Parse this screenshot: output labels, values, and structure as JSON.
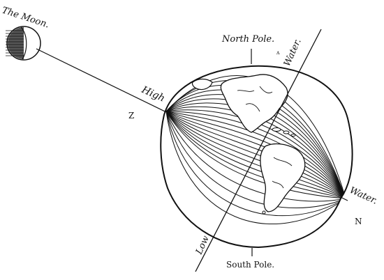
{
  "labels": {
    "moon": "The Moon.",
    "north_pole": "North Pole.",
    "water_top": "Water.",
    "high": "High",
    "z": "Z",
    "water_right": "Water.",
    "n": "N",
    "low": "Low",
    "south_pole": "South Pole."
  },
  "colors": {
    "ink": "#111111",
    "paper": "#ffffff"
  }
}
